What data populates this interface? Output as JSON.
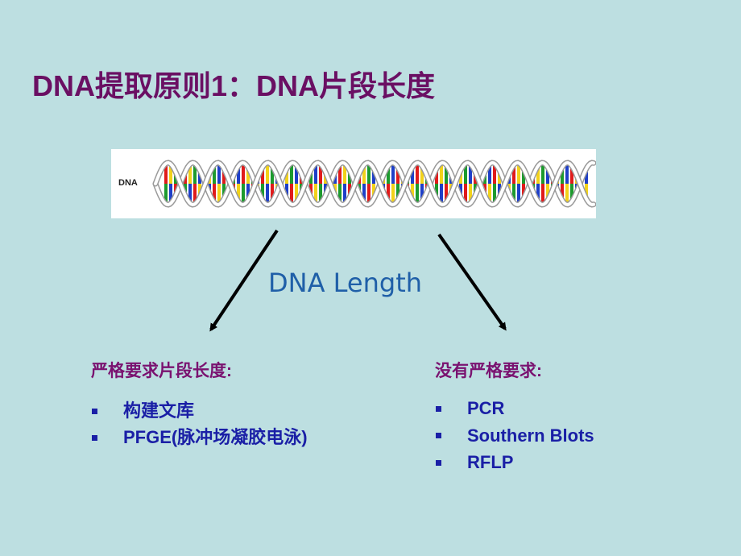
{
  "slide": {
    "title": "DNA提取原则1：DNA片段长度",
    "image_label": "DNA",
    "center_label": "DNA Length"
  },
  "left_column": {
    "heading": "严格要求片段长度:",
    "items": [
      "构建文库",
      "PFGE(脉冲场凝胶电泳)"
    ]
  },
  "right_column": {
    "heading": "没有严格要求:",
    "items": [
      "PCR",
      "Southern Blots",
      "RFLP"
    ]
  },
  "colors": {
    "background": "#bddfe1",
    "title": "#6a0f63",
    "heading": "#7a1270",
    "bullet_text": "#1a1fa6",
    "center_label": "#1f5fa8",
    "arrow": "#000000",
    "base_pair_colors": [
      "#e01b1b",
      "#f2d21a",
      "#1d9a2e",
      "#1e3fc8"
    ]
  }
}
